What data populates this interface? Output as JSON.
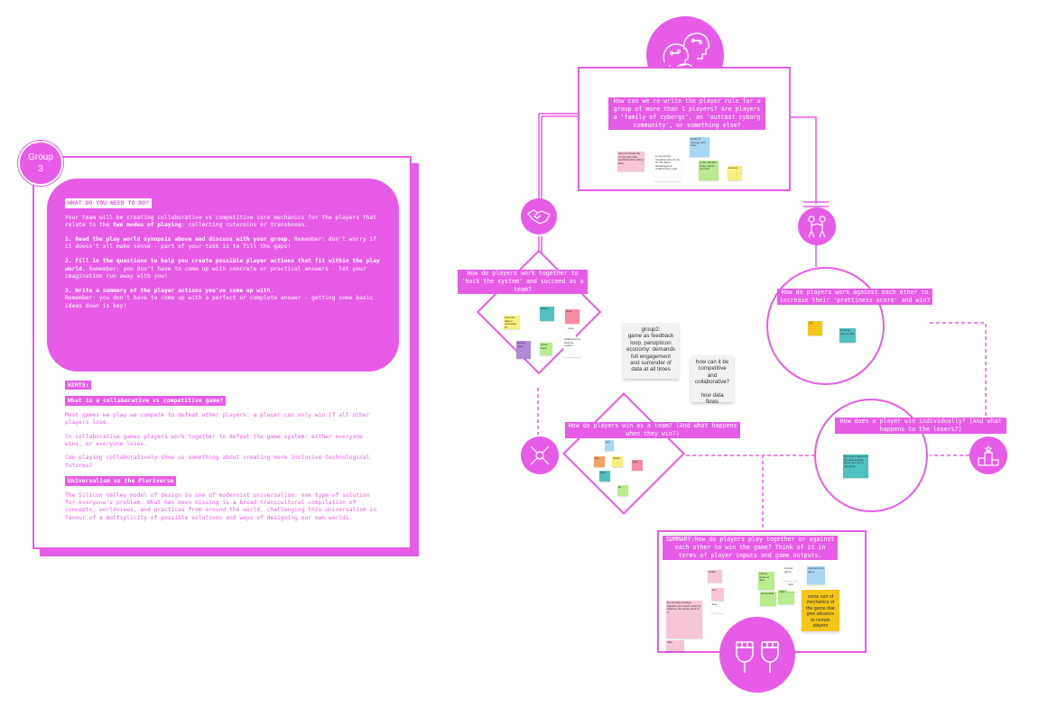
{
  "colors": {
    "accent": "#e65ce6",
    "white": "#ffffff"
  },
  "group_badge": {
    "line1": "Group",
    "line2": "3"
  },
  "task": {
    "heading": "WHAT DO YOU NEED TO DO?",
    "intro_a": "Your team will be creating collaborative vs competitive core mechanics for the players that relate to the ",
    "intro_bold": "two modes of playing",
    "intro_b": ": collecting cutecoins or transboxes.",
    "step1_bold": "1. Read the play world synopsis above and discuss with your group.",
    "step1_rest": " Remember: don't worry if it doesn't all make sense - part of your task is to fill the gaps!",
    "step2_bold": "2. Fill in the questions to help you create possible player actions that fit within the play world.",
    "step2_rest": " Remember: you don't have to come up with concrete or practical answers - let your imagination run away with you!",
    "step3_bold": "3. Write a summary of the player actions you've come up with.",
    "step3_rest": "Remember: you don't have to come up with a perfect or complete answer - getting some basic ideas down is key!"
  },
  "hints": {
    "title": "HINTS:",
    "q1": "What is a collaborative vs competitive game?",
    "p1": "Most games we play we compete to defeat other players: a player can only win if all other players lose.",
    "p2": "In collaborative games players work together to defeat the game system: either everyone wins, or everyone loses.",
    "p3": "Can playing collaboratively show us something about creating more inclusive technological futures?",
    "q2": "Universalism vs the Pluriverse",
    "p4": "The Silicon Valley model of design is one of modernist universalism: one type of solution for everyone's problem. What has been missing is a broad transcultural compilation of concepts, worldviews, and practices from around the world, challenging this universalism in favour of a multiplicity of possible solutions and ways of designing our own worlds."
  },
  "flow": {
    "top_question": "How can we re-write the player role for a group of more than 1 players? Are players a 'family of cyborgs', an 'outcast cyborg community', or something else?",
    "collab_question": "How do players work together to 'hack the system' and succeed as a team?",
    "compete_question": "How do players work against each other to increase their 'prettiness score' and win?",
    "team_win_question": "How do players win as a team? (And what happens when they win?)",
    "individual_win_question": "How does a player win individually? (And what happens to the losers?)",
    "summary_question": "SUMMARY:How do players play together or against each other to win the game? Think of it in terms of player inputs and game outputs.",
    "note_group2": "group2:\ngame as feedback loop, panopticon economy: demands full engagement and surrender of data at all times",
    "note_competitive": "how can it be competitive and collaborative?\n\nhow data flows",
    "note_yellow": "some sort of mechanics of the game that give advance to certain players"
  },
  "stickies": {
    "top": [
      {
        "text": "how to include the community role - feedback and cyborg data",
        "color": "#f7c6d4"
      },
      {
        "text": "a community, revealing who it's for an the game, advantages to collaborative work",
        "color": "#ffffff"
      },
      {
        "text": "family of cyborgs with roles",
        "color": "#a9d6f5"
      },
      {
        "text": "to the 'familiar' body, robots yourself",
        "color": "#b8ec8e"
      },
      {
        "text": "outcast",
        "color": "#f7ef7c"
      }
    ],
    "collab": [
      {
        "text": "hack the data in exchange for",
        "color": "#f7ef7c"
      },
      {
        "text": "share",
        "color": "#4fc1bf"
      },
      {
        "text": "steal",
        "color": "#f58ca3"
      },
      {
        "text": "cyborg team",
        "color": "#b38ad9"
      },
      {
        "text": "group hack",
        "color": "#b8ec8e"
      },
      {
        "text": "code",
        "color": "#ffffff"
      },
      {
        "text": "collaborate to beat the system",
        "color": "#ffffff"
      }
    ],
    "compete": [
      {
        "text": "yes",
        "color": "#f5c518"
      },
      {
        "text": "stealing other's data",
        "color": "#4fc1bf"
      }
    ],
    "team": [
      {
        "text": "win",
        "color": "#a9d6f5"
      },
      {
        "text": "win",
        "color": "#f5a26a"
      },
      {
        "text": "share",
        "color": "#f7ef7c"
      },
      {
        "text": "lose",
        "color": "#f58ca3"
      },
      {
        "text": "team",
        "color": "#4fc1bf"
      },
      {
        "text": "all",
        "color": "#b8ec8e"
      }
    ],
    "individual": [
      {
        "text": "the winner takes all the data and the losers are out of the game",
        "color": "#4fc1bf"
      }
    ],
    "summary": [
      {
        "text": "collab",
        "color": "#f7c6d4"
      },
      {
        "text": "win",
        "color": "#f7c6d4"
      },
      {
        "text": "lose",
        "color": "#ffffff"
      },
      {
        "text": "by mutually working together you reach a kind of balance, the whole point is to",
        "color": "#f7c6d4"
      },
      {
        "text": "data",
        "color": "#f7c6d4"
      },
      {
        "text": "cyborg share of data",
        "color": "#b8ec8e"
      },
      {
        "text": "group data",
        "color": "#b8ec8e"
      },
      {
        "text": "trade",
        "color": "#b8ec8e"
      },
      {
        "text": "shared game",
        "color": "#ffffff"
      },
      {
        "text": "rank",
        "color": "#ffffff"
      },
      {
        "text": "mechanics of game",
        "color": "#a9d6f5"
      }
    ]
  },
  "icons": {
    "top": "cyborg-heads-icon",
    "collab": "handshake-icon",
    "compete": "fight-icon",
    "team": "hands-together-icon",
    "individual": "podium-icon",
    "summary": "raised-fists-icon"
  }
}
